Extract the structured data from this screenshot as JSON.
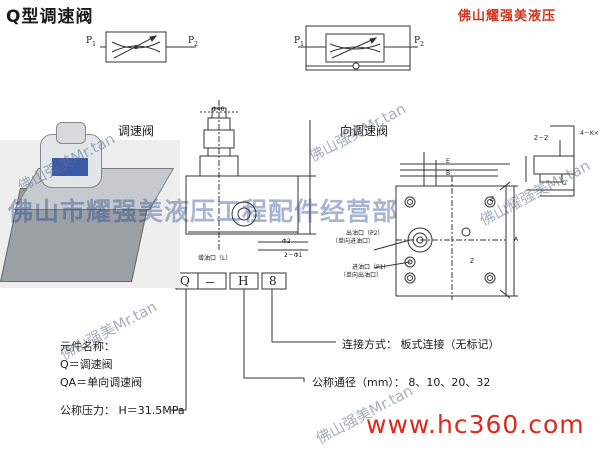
{
  "title": "Q型调速阀",
  "brand_red": "佛山耀强美液压",
  "colors": {
    "brand_red": "#d0341a",
    "watermark_blue": "#1d3f8a",
    "site_red": "#e0281c",
    "line": "#333333"
  },
  "symbols": {
    "left_label": "调速阀",
    "right_label": "向调速阀",
    "p1": "P",
    "p1_sub": "1",
    "p2": "P",
    "p2_sub": "2"
  },
  "drawing": {
    "phi": "Φ46",
    "inlet": "增油口（L）",
    "phi2": "Φ2",
    "phi1": "2－Φ1",
    "outlet_p2": "出油口（P2）",
    "outlet_p2_note": "（单向进油口）",
    "inlet_p1": "进油口（P1）",
    "inlet_p1_note": "（单向出油口）",
    "section": "Z－Z",
    "z": "Z",
    "z_up": "Z",
    "e": "E",
    "b": "B",
    "a": "A",
    "g": "G",
    "k": "4－K×"
  },
  "model": {
    "q": "Q",
    "dash": "－",
    "h": "H",
    "n": "8"
  },
  "spec": {
    "name_label": "元件名称：",
    "q_def": "Q＝调速阀",
    "qa_def": "QA＝单向调速阀",
    "pressure": "公称压力：  H＝31.5MPa",
    "connection": "连接方式：  板式连接（无标记）",
    "diameter": "公称通径（mm）：  8、10、20、32"
  },
  "watermarks": {
    "company": "佛山市耀强美液压工程配件经营部",
    "short": "佛山强美Mr.tan",
    "short2": "佛山强美Mr.tan",
    "short3": "佛山强美Mr.tan",
    "short4": "佛山强美Mr.tan",
    "short5": "佛山耀强美Mr.tan"
  },
  "site": "www.hc360.com"
}
